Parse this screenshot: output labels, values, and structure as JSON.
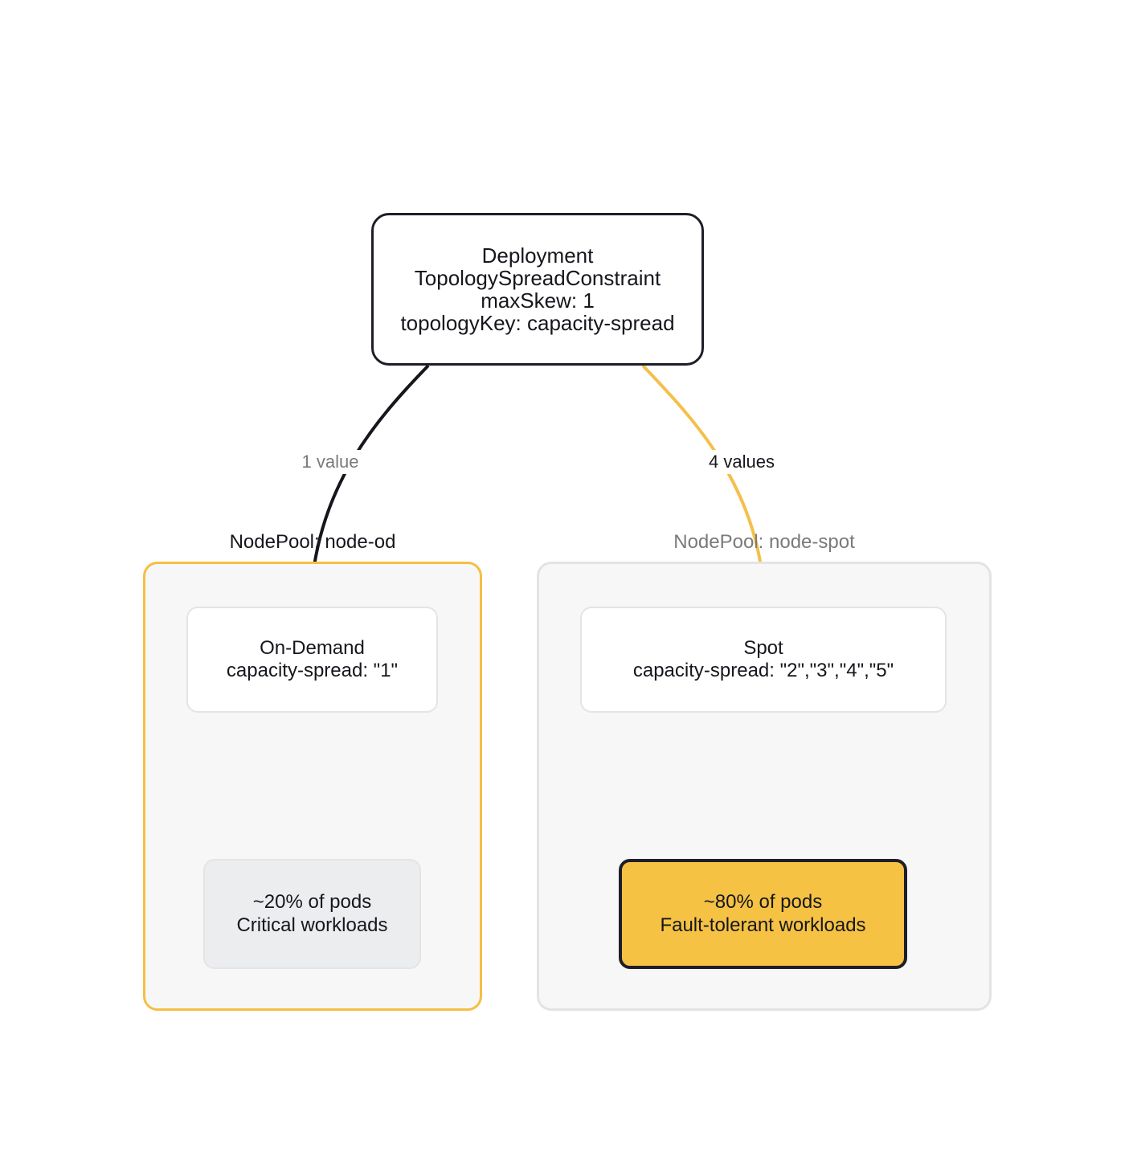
{
  "diagram": {
    "title": "Karpenter capacity-spread topology diagram",
    "colors": {
      "accent_orange": "#f5c243",
      "edge_orange": "#f3c04a",
      "dark": "#16161d",
      "muted_gray": "#7a7a7a",
      "light_gray_arrow": "#d9d9d9",
      "cluster_fill": "#f7f7f8",
      "plain_node_fill": "#ecedef"
    },
    "root": {
      "text": "Deployment\nTopologySpreadConstraint\nmaxSkew: 1\ntopologyKey: capacity-spread",
      "lines": [
        "Deployment",
        "TopologySpreadConstraint",
        "maxSkew: 1",
        "topologyKey: capacity-spread"
      ]
    },
    "edges": [
      {
        "id": "root-to-od",
        "label": "1 value",
        "color": "#16161d",
        "label_color": "#7a7a7a",
        "from": "root",
        "to": "on-demand"
      },
      {
        "id": "root-to-spot",
        "label": "4 values",
        "color": "#f3c04a",
        "label_color": "#16161d",
        "from": "root",
        "to": "spot"
      }
    ],
    "clusters": [
      {
        "id": "node-od",
        "label": "NodePool: node-od",
        "border_color": "#f5bf42",
        "label_color": "#16161d",
        "pool": {
          "text": "On-Demand\ncapacity-spread: \"1\"",
          "lines": [
            "On-Demand",
            "capacity-spread: \"1\""
          ]
        },
        "workload": {
          "text": "~20% of pods\nCritical workloads",
          "lines": [
            "~20% of pods",
            "Critical workloads"
          ],
          "highlighted": false
        }
      },
      {
        "id": "node-spot",
        "label": "NodePool: node-spot",
        "border_color": "#e3e3e3",
        "label_color": "#7a7a7a",
        "pool": {
          "text": "Spot\ncapacity-spread: \"2\",\"3\",\"4\",\"5\"",
          "lines": [
            "Spot",
            "capacity-spread: \"2\",\"3\",\"4\",\"5\""
          ]
        },
        "workload": {
          "text": "~80% of pods\nFault-tolerant workloads",
          "lines": [
            "~80% of pods",
            "Fault-tolerant workloads"
          ],
          "highlighted": true
        }
      }
    ]
  }
}
